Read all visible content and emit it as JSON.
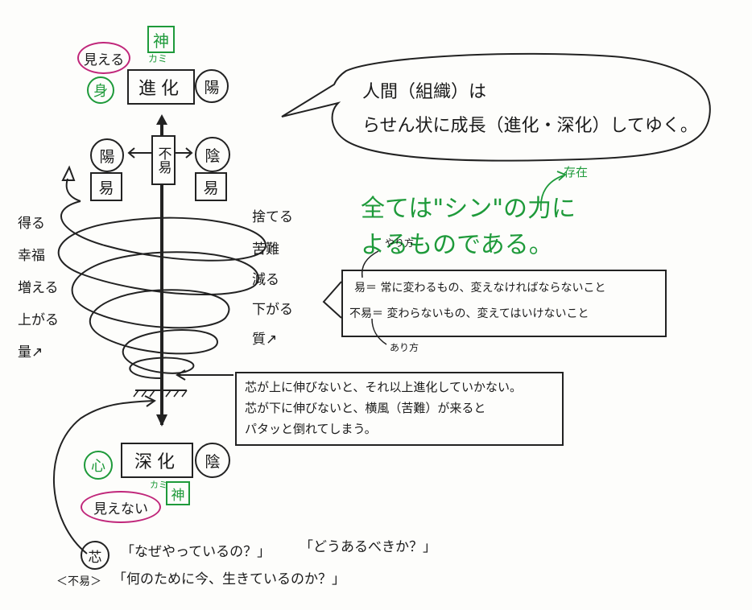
{
  "top": {
    "mieru": "見える",
    "kami_box": "神",
    "kami_reading": "カミ",
    "shin_circle": "身",
    "evolution": "進化",
    "yang": "陽"
  },
  "middle": {
    "yang_left": "陽",
    "eki_left": "易",
    "fueki_center": "不易",
    "yin_right": "陰",
    "eki_right": "易"
  },
  "left_column": [
    "得る",
    "幸福",
    "増える",
    "上がる",
    "量↗"
  ],
  "right_column": [
    "捨てる",
    "苦難",
    "減る",
    "下がる",
    "質↗"
  ],
  "bubble": {
    "line1": "人間（組織）は",
    "line2": "らせん状に成長（進化・深化）してゆく。"
  },
  "green_text": {
    "sonzai": "存在",
    "line1": "全ては\"シン\"の力に",
    "line2": "よるものである。"
  },
  "definition_box": {
    "yarikata": "やり方",
    "line1": "易＝ 常に変わるもの、変えなければならないこと",
    "line2": "不易＝ 変わらないもの、変えてはいけないこと",
    "arikata": "あり方"
  },
  "root_box": {
    "line1": "芯が上に伸びないと、それ以上進化していかない。",
    "line2": "芯が下に伸びないと、横風（苦難）が来ると",
    "line3": "パタッと倒れてしまう。"
  },
  "bottom": {
    "kokoro_circle": "心",
    "deepening": "深化",
    "yin": "陰",
    "kami_reading": "カミ",
    "kami_box": "神",
    "mienai": "見えない"
  },
  "core": {
    "shin_circle": "芯",
    "q1": "「なぜやっているの？」",
    "q2": "「どうあるべきか？」",
    "fueki_tag": "＜不易＞",
    "q3": "「何のために今、生きているのか？」"
  }
}
